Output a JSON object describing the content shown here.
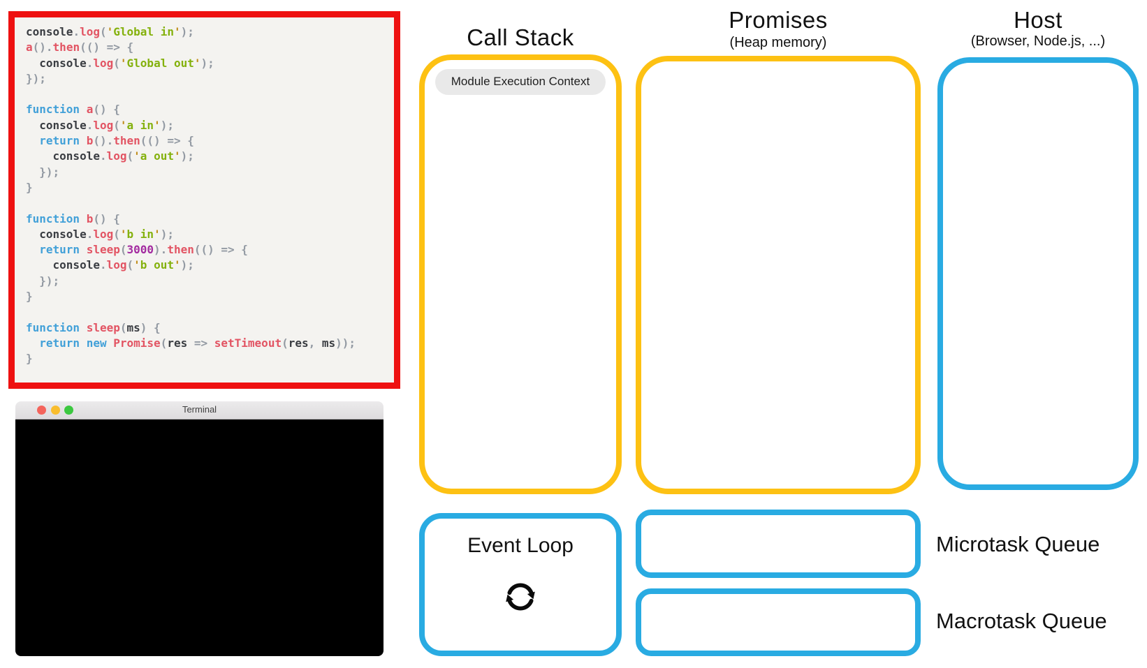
{
  "code_panel": {
    "lines": [
      [
        [
          "d",
          "console"
        ],
        [
          "p",
          "."
        ],
        [
          "f",
          "log"
        ],
        [
          "p",
          "("
        ],
        [
          "q",
          "'"
        ],
        [
          "s",
          "Global in"
        ],
        [
          "q",
          "'"
        ],
        [
          "p",
          ");"
        ]
      ],
      [
        [
          "f",
          "a"
        ],
        [
          "p",
          "()."
        ],
        [
          "f",
          "then"
        ],
        [
          "p",
          "(() => {"
        ]
      ],
      [
        [
          "p",
          "  "
        ],
        [
          "d",
          "console"
        ],
        [
          "p",
          "."
        ],
        [
          "f",
          "log"
        ],
        [
          "p",
          "("
        ],
        [
          "q",
          "'"
        ],
        [
          "s",
          "Global out"
        ],
        [
          "q",
          "'"
        ],
        [
          "p",
          ");"
        ]
      ],
      [
        [
          "p",
          "});"
        ]
      ],
      [],
      [
        [
          "k",
          "function "
        ],
        [
          "f",
          "a"
        ],
        [
          "p",
          "() {"
        ]
      ],
      [
        [
          "p",
          "  "
        ],
        [
          "d",
          "console"
        ],
        [
          "p",
          "."
        ],
        [
          "f",
          "log"
        ],
        [
          "p",
          "("
        ],
        [
          "q",
          "'"
        ],
        [
          "s",
          "a in"
        ],
        [
          "q",
          "'"
        ],
        [
          "p",
          ");"
        ]
      ],
      [
        [
          "p",
          "  "
        ],
        [
          "k",
          "return "
        ],
        [
          "f",
          "b"
        ],
        [
          "p",
          "()."
        ],
        [
          "f",
          "then"
        ],
        [
          "p",
          "(() => {"
        ]
      ],
      [
        [
          "p",
          "    "
        ],
        [
          "d",
          "console"
        ],
        [
          "p",
          "."
        ],
        [
          "f",
          "log"
        ],
        [
          "p",
          "("
        ],
        [
          "q",
          "'"
        ],
        [
          "s",
          "a out"
        ],
        [
          "q",
          "'"
        ],
        [
          "p",
          ");"
        ]
      ],
      [
        [
          "p",
          "  });"
        ]
      ],
      [
        [
          "p",
          "}"
        ]
      ],
      [],
      [
        [
          "k",
          "function "
        ],
        [
          "f",
          "b"
        ],
        [
          "p",
          "() {"
        ]
      ],
      [
        [
          "p",
          "  "
        ],
        [
          "d",
          "console"
        ],
        [
          "p",
          "."
        ],
        [
          "f",
          "log"
        ],
        [
          "p",
          "("
        ],
        [
          "q",
          "'"
        ],
        [
          "s",
          "b in"
        ],
        [
          "q",
          "'"
        ],
        [
          "p",
          ");"
        ]
      ],
      [
        [
          "p",
          "  "
        ],
        [
          "k",
          "return "
        ],
        [
          "f",
          "sleep"
        ],
        [
          "p",
          "("
        ],
        [
          "n",
          "3000"
        ],
        [
          "p",
          ")."
        ],
        [
          "f",
          "then"
        ],
        [
          "p",
          "(() => {"
        ]
      ],
      [
        [
          "p",
          "    "
        ],
        [
          "d",
          "console"
        ],
        [
          "p",
          "."
        ],
        [
          "f",
          "log"
        ],
        [
          "p",
          "("
        ],
        [
          "q",
          "'"
        ],
        [
          "s",
          "b out"
        ],
        [
          "q",
          "'"
        ],
        [
          "p",
          ");"
        ]
      ],
      [
        [
          "p",
          "  });"
        ]
      ],
      [
        [
          "p",
          "}"
        ]
      ],
      [],
      [
        [
          "k",
          "function "
        ],
        [
          "f",
          "sleep"
        ],
        [
          "p",
          "("
        ],
        [
          "d",
          "ms"
        ],
        [
          "p",
          ") {"
        ]
      ],
      [
        [
          "p",
          "  "
        ],
        [
          "k",
          "return "
        ],
        [
          "k",
          "new "
        ],
        [
          "f",
          "Promise"
        ],
        [
          "p",
          "("
        ],
        [
          "d",
          "res"
        ],
        [
          "p",
          " => "
        ],
        [
          "f",
          "setTimeout"
        ],
        [
          "p",
          "("
        ],
        [
          "d",
          "res"
        ],
        [
          "p",
          ", "
        ],
        [
          "d",
          "ms"
        ],
        [
          "p",
          "));"
        ]
      ],
      [
        [
          "p",
          "}"
        ]
      ]
    ]
  },
  "terminal": {
    "title": "Terminal",
    "traffic_lights": [
      "close",
      "minimize",
      "zoom"
    ]
  },
  "columns": {
    "call_stack": {
      "title": "Call Stack",
      "stack_frames": [
        "Module Execution Context"
      ]
    },
    "promises": {
      "title": "Promises",
      "subtitle": "(Heap memory)"
    },
    "host": {
      "title": "Host",
      "subtitle": "(Browser, Node.js, ...)"
    }
  },
  "bottom": {
    "event_loop": {
      "title": "Event Loop",
      "icon": "sync-icon"
    },
    "microtask_queue": {
      "label": "Microtask Queue"
    },
    "macrotask_queue": {
      "label": "Macrotask Queue"
    }
  },
  "colors": {
    "accent_yellow": "#FDC113",
    "accent_blue": "#29ABE2",
    "code_border_red": "#EE1111",
    "traffic_lights": [
      "#F4645C",
      "#F9BD2E",
      "#3CC840"
    ],
    "syntax": {
      "keyword": "#41A0D8",
      "function": "#E25463",
      "string": "#84B10D",
      "quote": "#BF8B16",
      "number": "#A32BA0",
      "punctuation": "#939AA3",
      "identifier": "#3A3D42"
    }
  }
}
